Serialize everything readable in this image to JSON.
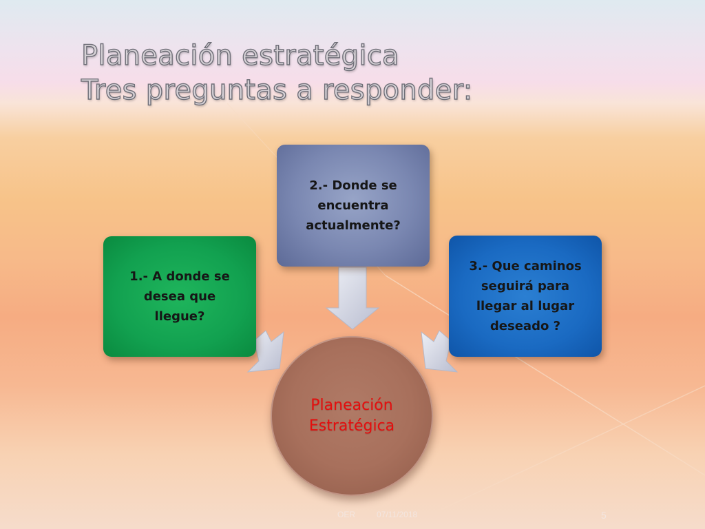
{
  "slide": {
    "title_line_1": "Planeación estratégica",
    "title_line_2": "Tres preguntas a responder:"
  },
  "diagram": {
    "center": {
      "line_1": "Planeación",
      "line_2": "Estratégica",
      "text_color": "#e60d0d",
      "fill_color": "#a8705c"
    },
    "boxes": [
      {
        "lines": [
          "1.- A donde se",
          "desea que",
          "llegue?"
        ],
        "color": "#12a150"
      },
      {
        "lines": [
          "2.- Donde se",
          "encuentra",
          "actualmente?"
        ],
        "color": "#7a87b1"
      },
      {
        "lines": [
          "3.- Que caminos",
          "seguirá para",
          "llegar al lugar",
          "deseado ?"
        ],
        "color": "#1a6ac2"
      }
    ]
  },
  "footer": {
    "author": "OER",
    "date": "07/11/2018",
    "page_number": "5"
  }
}
